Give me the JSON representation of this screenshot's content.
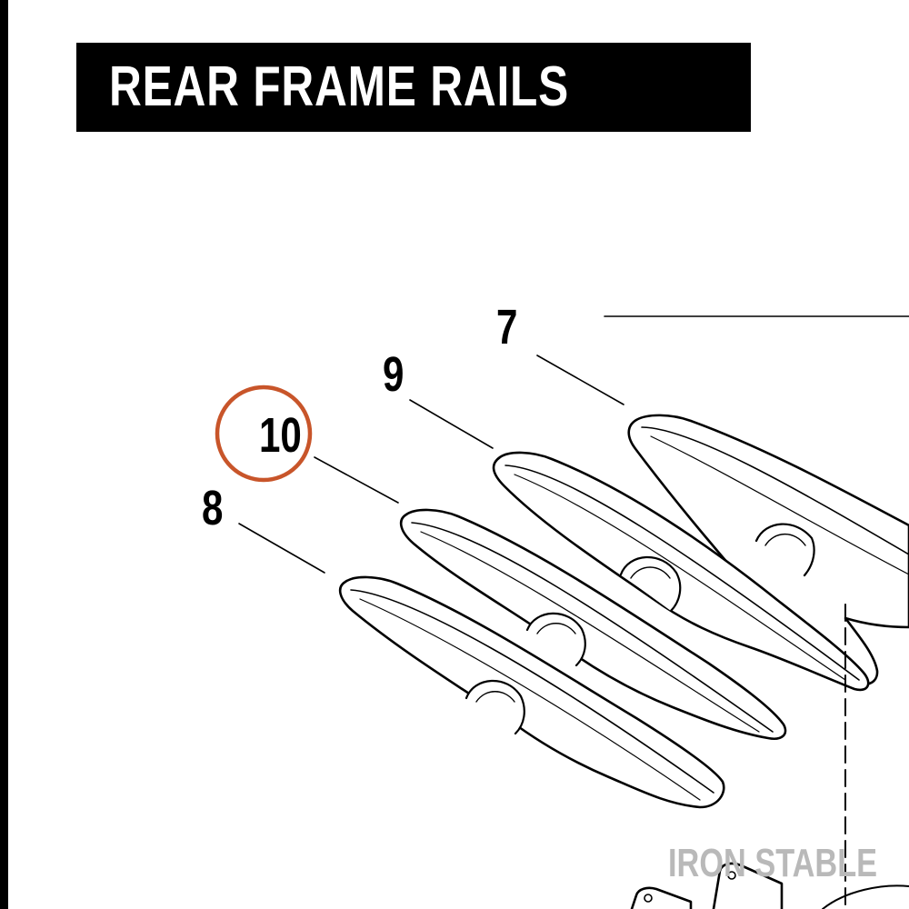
{
  "title": "REAR FRAME RAILS",
  "callouts": [
    {
      "id": "7",
      "label": "7"
    },
    {
      "id": "9",
      "label": "9"
    },
    {
      "id": "10",
      "label": "10",
      "highlighted": true
    },
    {
      "id": "8",
      "label": "8"
    }
  ],
  "watermark": "IRON STABLE",
  "colors": {
    "title_bar": "#000000",
    "title_text": "#ffffff",
    "highlight_circle": "#c8552a",
    "line_art": "#000000",
    "watermark": "#b9b9b9"
  }
}
